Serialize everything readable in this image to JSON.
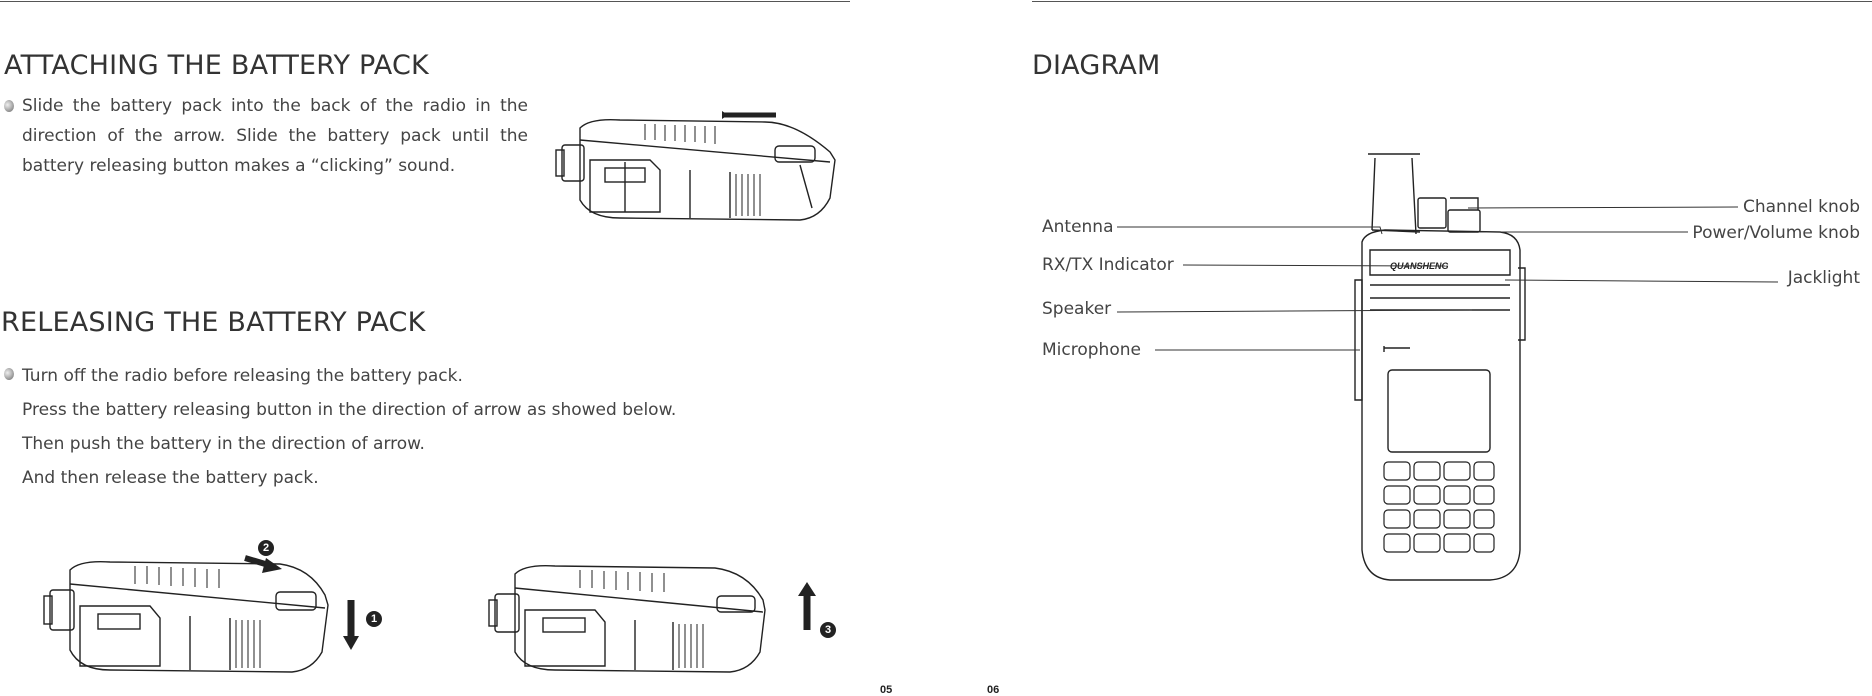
{
  "page_left": {
    "number": "05",
    "attach": {
      "title": "ATTACHING THE BATTERY PACK",
      "lines": [
        "Slide the battery pack into the back of the radio in the",
        "direction of the arrow. Slide the battery pack until the",
        "battery releasing button makes a “clicking” sound."
      ]
    },
    "release": {
      "title": "RELEASING THE BATTERY PACK",
      "lines": [
        "Turn off the radio before releasing the battery pack.",
        "Press the battery releasing button in the direction of arrow as showed below.",
        "Then push the battery in the direction of arrow.",
        "And then release the battery pack."
      ],
      "step_markers": [
        "1",
        "2",
        "3"
      ]
    }
  },
  "page_right": {
    "number": "06",
    "title": "DIAGRAM",
    "brand_text": "QUANSHENG",
    "callouts_left": [
      "Antenna",
      "RX/TX Indicator",
      "Speaker",
      "Microphone"
    ],
    "callouts_right": [
      "Channel knob",
      "Power/Volume knob",
      "Jacklight"
    ]
  },
  "colors": {
    "text": "#444444",
    "line": "#555555",
    "arrow": "#222222"
  }
}
